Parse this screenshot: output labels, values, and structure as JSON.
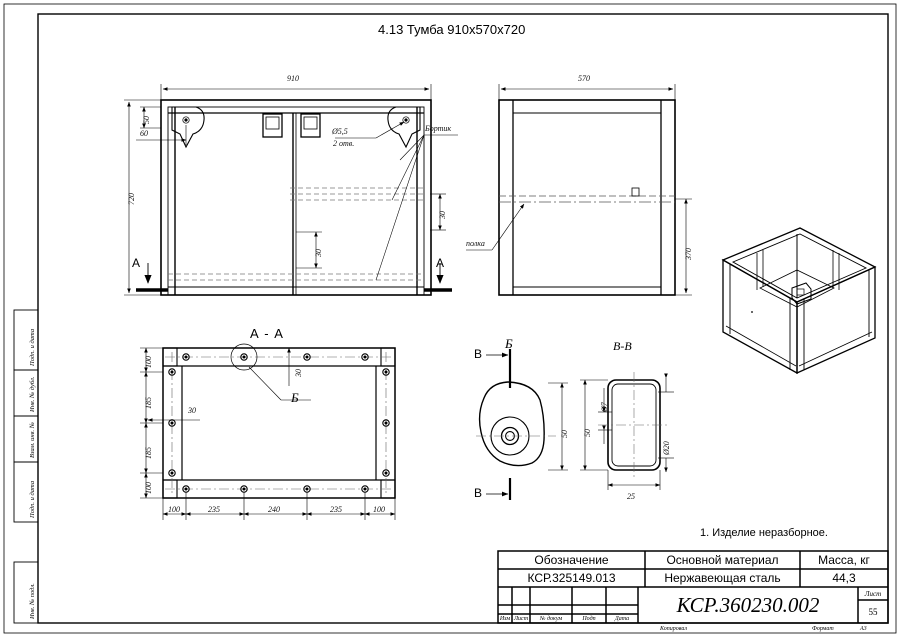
{
  "document": {
    "title": "4.13 Тумба 910x570x720",
    "note": "1. Изделие неразборное.",
    "format_label": "Формат",
    "format_value": "А3",
    "copied_label": "Копировал",
    "sheet_label": "Лист",
    "sheet_number": "55",
    "designation_main": "КСР.360230.002"
  },
  "title_block": {
    "headers": {
      "designation": "Обозначение",
      "material": "Основной материал",
      "mass": "Масса, кг"
    },
    "values": {
      "designation": "КСР.325149.013",
      "material": "Нержавеющая сталь",
      "mass": "44,3"
    },
    "revision_columns": [
      "Изм",
      "Лист",
      "№ докум",
      "Подп",
      "Дата"
    ]
  },
  "margin_labels": [
    "Подп. и дата",
    "Инв. № дубл.",
    "Взам. инв. №",
    "Подп. и дата",
    "Инв. № подл."
  ],
  "views": {
    "front": {
      "name": "front-view",
      "dimensions": {
        "width": "910",
        "height": "720",
        "top_offset": "50",
        "side_offset": "60",
        "flange_30a": "30",
        "flange_30b": "30"
      },
      "callouts": {
        "hole": "Ø5,5",
        "hole_qty": "2 отв.",
        "flange": "Бортик"
      },
      "section_marks": [
        "А",
        "А"
      ]
    },
    "side": {
      "name": "side-view",
      "dimensions": {
        "depth": "570",
        "shelf_height": "370"
      },
      "callouts": {
        "shelf": "полка"
      }
    },
    "section_aa": {
      "title": "А - А",
      "vertical_dims": [
        "100",
        "185",
        "185",
        "100"
      ],
      "horizontal_dims": [
        "100",
        "235",
        "240",
        "235",
        "100"
      ],
      "inner_dim": "30",
      "top_dim": "30",
      "detail_mark": "Б"
    },
    "detail_b": {
      "title": "Б",
      "section_marks": [
        "В",
        "В"
      ],
      "dimension": "50"
    },
    "section_vv": {
      "title": "В-В",
      "dimensions": {
        "height": "50",
        "width": "25",
        "hole_small": "Ø7",
        "hole_large": "Ø20"
      }
    },
    "isometric": {
      "name": "isometric-view"
    }
  },
  "colors": {
    "line": "#000000",
    "thin": "#555555",
    "paper": "#ffffff"
  }
}
